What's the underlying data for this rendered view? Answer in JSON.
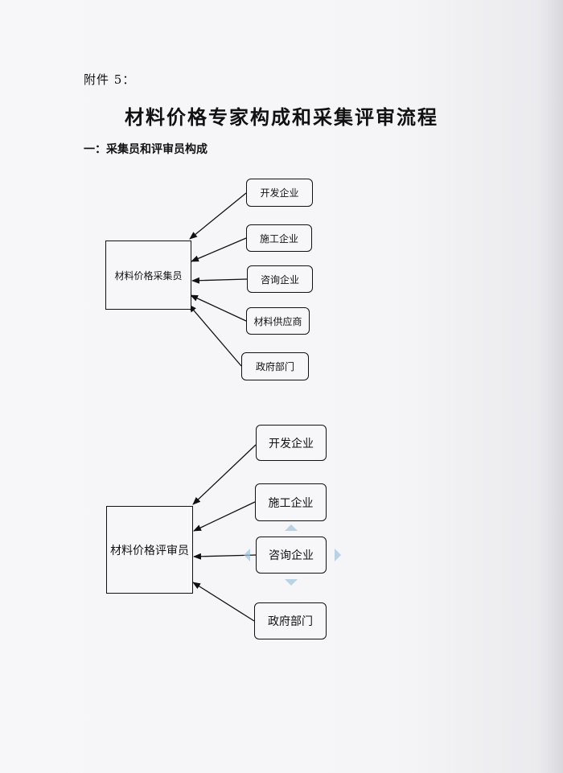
{
  "header": {
    "appendix_label": "附件 5：",
    "title": "材料价格专家构成和采集评审流程",
    "section_heading": "一：采集员和评审员构成"
  },
  "diagram1": {
    "center_label": "材料价格采集员",
    "sources": [
      "开发企业",
      "施工企业",
      "咨询企业",
      "材料供应商",
      "政府部门"
    ]
  },
  "diagram2": {
    "center_label": "材料价格评审员",
    "sources": [
      "开发企业",
      "施工企业",
      "咨询企业",
      "政府部门"
    ]
  },
  "colors": {
    "paper": "#f5f5f7",
    "ink": "#111111",
    "faint_marker": "#9fc3dc"
  }
}
